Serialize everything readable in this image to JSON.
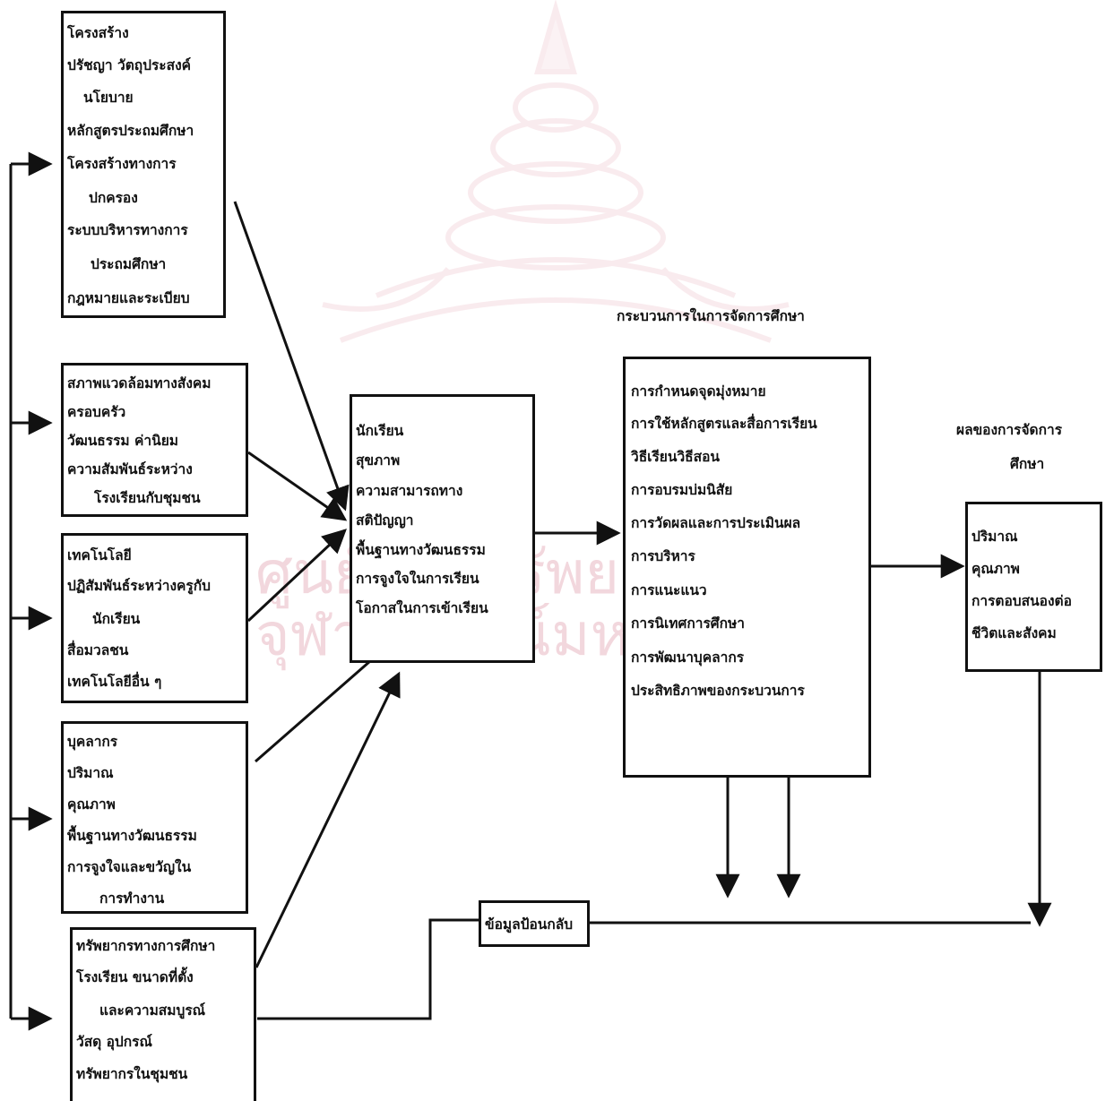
{
  "diagram": {
    "structure_box": {
      "lines": [
        "โครงสร้าง",
        "ปรัชญา วัตถุประสงค์",
        "นโยบาย",
        "หลักสูตรประถมศึกษา",
        "โครงสร้างทางการ",
        "ปกครอง",
        "ระบบบริหารทางการ",
        "ประถมศึกษา",
        "กฎหมายและระเบียบ"
      ]
    },
    "social_box": {
      "lines": [
        "สภาพแวดล้อมทางสังคม",
        "ครอบครัว",
        "วัฒนธรรม ค่านิยม",
        "ความสัมพันธ์ระหว่าง",
        "โรงเรียนกับชุมชน"
      ]
    },
    "technology_box": {
      "lines": [
        "เทคโนโลยี",
        "ปฏิสัมพันธ์ระหว่างครูกับ",
        "นักเรียน",
        "สื่อมวลชน",
        "เทคโนโลยีอื่น ๆ"
      ]
    },
    "personnel_box": {
      "lines": [
        "บุคลากร",
        "ปริมาณ",
        "คุณภาพ",
        "พื้นฐานทางวัฒนธรรม",
        "การจูงใจและขวัญใน",
        "การทำงาน"
      ]
    },
    "resources_box": {
      "lines": [
        "ทรัพยากรทางการศึกษา",
        "โรงเรียน ขนาดที่ตั้ง",
        "และความสมบูรณ์",
        "วัสดุ อุปกรณ์",
        "ทรัพยากรในชุมชน"
      ]
    },
    "student_box": {
      "lines": [
        "นักเรียน",
        "สุขภาพ",
        "ความสามารถทาง",
        "สติปัญญา",
        "พื้นฐานทางวัฒนธรรม",
        "การจูงใจในการเรียน",
        "โอกาสในการเข้าเรียน"
      ]
    },
    "process_title": "กระบวนการในการจัดการศึกษา",
    "process_box": {
      "lines": [
        "การกำหนดจุดมุ่งหมาย",
        "การใช้หลักสูตรและสื่อการเรียน",
        "วิธีเรียนวิธีสอน",
        "การอบรมบ่มนิสัย",
        "การวัดผลและการประเมินผล",
        "การบริหาร",
        "การแนะแนว",
        "การนิเทศการศึกษา",
        "การพัฒนาบุคลากร",
        "ประสิทธิภาพของกระบวนการ"
      ]
    },
    "output_title_line1": "ผลของการจัดการ",
    "output_title_line2": "ศึกษา",
    "output_box": {
      "lines": [
        "ปริมาณ",
        "คุณภาพ",
        "การตอบสนองต่อ",
        "ชีวิตและสังคม"
      ]
    },
    "feedback_label": "ข้อมูลป้อนกลับ",
    "watermark_line1": "ศูนย์วิทยทรัพยากร",
    "watermark_line2": "จุฬาลงกรณ์มหาวิทยาลัย"
  }
}
